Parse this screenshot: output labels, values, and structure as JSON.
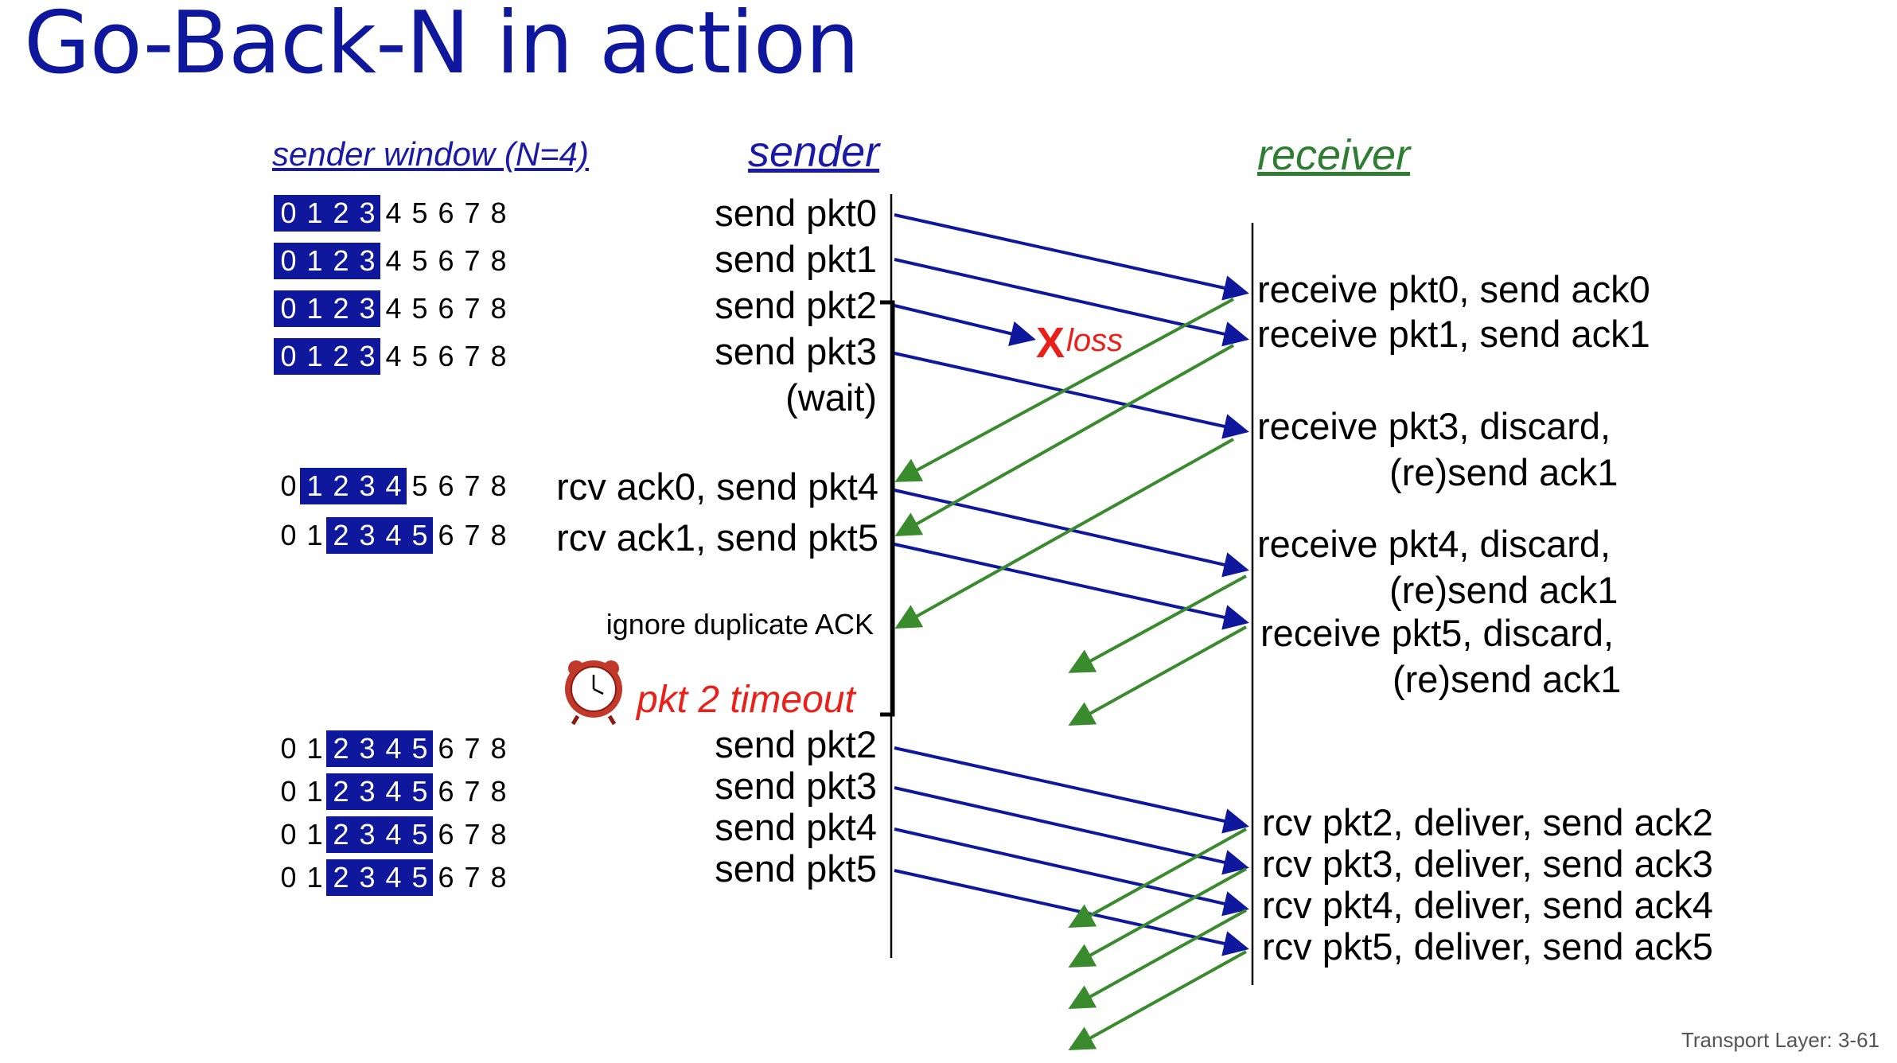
{
  "title": "Go-Back-N in action",
  "headers": {
    "sender_window": "sender window (N=4)",
    "sender": "sender",
    "receiver": "receiver"
  },
  "window_digits": [
    "0",
    "1",
    "2",
    "3",
    "4",
    "5",
    "6",
    "7",
    "8"
  ],
  "window_rows": [
    {
      "start": 0
    },
    {
      "start": 0
    },
    {
      "start": 0
    },
    {
      "start": 0
    },
    {
      "start": 1
    },
    {
      "start": 2
    },
    {
      "start": 2
    },
    {
      "start": 2
    },
    {
      "start": 2
    },
    {
      "start": 2
    }
  ],
  "sender_events": [
    "send  pkt0",
    "send  pkt1",
    "send  pkt2",
    "send  pkt3",
    "(wait)",
    "rcv ack0, send pkt4",
    "rcv ack1, send pkt5",
    "ignore duplicate ACK",
    "send  pkt2",
    "send  pkt3",
    "send  pkt4",
    "send  pkt5"
  ],
  "timeout_label": "pkt 2 timeout",
  "loss": {
    "mark": "X",
    "label": "loss"
  },
  "receiver_events": [
    "receive pkt0, send ack0",
    "receive pkt1, send ack1",
    "receive pkt3, discard,",
    "(re)send ack1",
    "receive pkt4, discard,",
    "(re)send ack1",
    "receive pkt5, discard,",
    "(re)send ack1",
    "rcv pkt2, deliver, send ack2",
    "rcv pkt3, deliver, send ack3",
    "rcv pkt4, deliver, send ack4",
    "rcv pkt5, deliver, send ack5"
  ],
  "footer": "Transport Layer: 3-61",
  "colors": {
    "title": "#0f189c",
    "packet_arrow": "#0f189c",
    "ack_arrow": "#3a8a2e",
    "loss": "#e8211b",
    "window_box": "#0f189c"
  }
}
